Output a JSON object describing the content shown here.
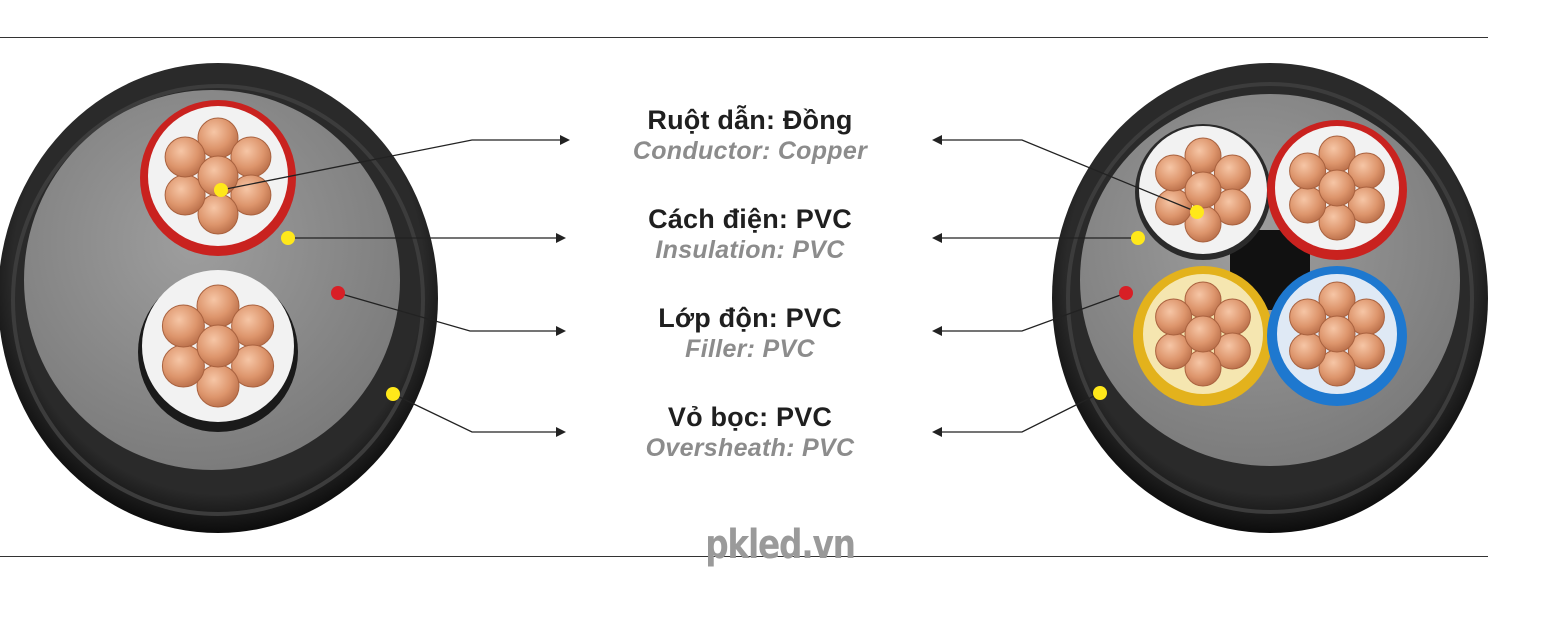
{
  "labels": [
    {
      "vi": "Ruột dẫn: Đồng",
      "en": "Conductor: Copper"
    },
    {
      "vi": "Cách điện: PVC",
      "en": "Insulation: PVC"
    },
    {
      "vi": "Lớp độn: PVC",
      "en": "Filler: PVC"
    },
    {
      "vi": "Vỏ bọc: PVC",
      "en": "Oversheath: PVC"
    }
  ],
  "watermark": "pkled.vn",
  "colors": {
    "sheath": "#1b1b1b",
    "filler": "#8e8e8e",
    "copper": "#d9916a",
    "insulation_red": "#c9221f",
    "insulation_white": "#f2f2f2",
    "insulation_yellow": "#e3b21c",
    "insulation_blue": "#1e78cf",
    "marker_yellow": "#ffe81a",
    "marker_red": "#d81f26"
  }
}
